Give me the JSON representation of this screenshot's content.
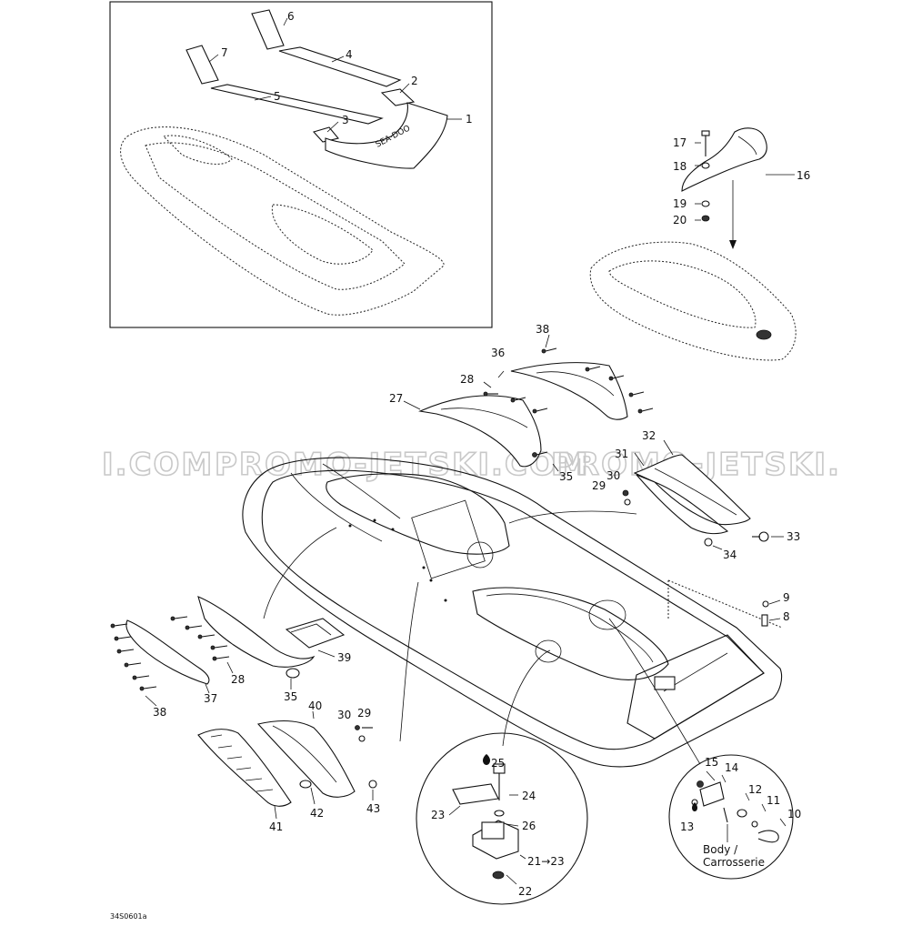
{
  "watermark": {
    "left": "I.COM",
    "middle": "PROMO-JETSKI.COM",
    "right": "PROMO-JETSKI."
  },
  "drawing_code": "34S0601a",
  "detail_caption": [
    "Body /",
    "Carrosserie"
  ],
  "arrow_label": "21→23",
  "callouts": {
    "c1": "1",
    "c2": "2",
    "c3": "3",
    "c4": "4",
    "c5": "5",
    "c6": "6",
    "c7": "7",
    "c8": "8",
    "c9": "9",
    "c10": "10",
    "c11": "11",
    "c12": "12",
    "c13": "13",
    "c14": "14",
    "c15": "15",
    "c16": "16",
    "c17": "17",
    "c18": "18",
    "c19": "19",
    "c20": "20",
    "c22": "22",
    "c23": "23",
    "c24": "24",
    "c25": "25",
    "c26": "26",
    "c27": "27",
    "c28a": "28",
    "c28b": "28",
    "c29a": "29",
    "c29b": "29",
    "c30a": "30",
    "c30b": "30",
    "c31": "31",
    "c32": "32",
    "c33": "33",
    "c34": "34",
    "c35a": "35",
    "c35b": "35",
    "c36": "36",
    "c37": "37",
    "c38a": "38",
    "c38b": "38",
    "c39": "39",
    "c40": "40",
    "c41": "41",
    "c42": "42",
    "c43": "43"
  }
}
